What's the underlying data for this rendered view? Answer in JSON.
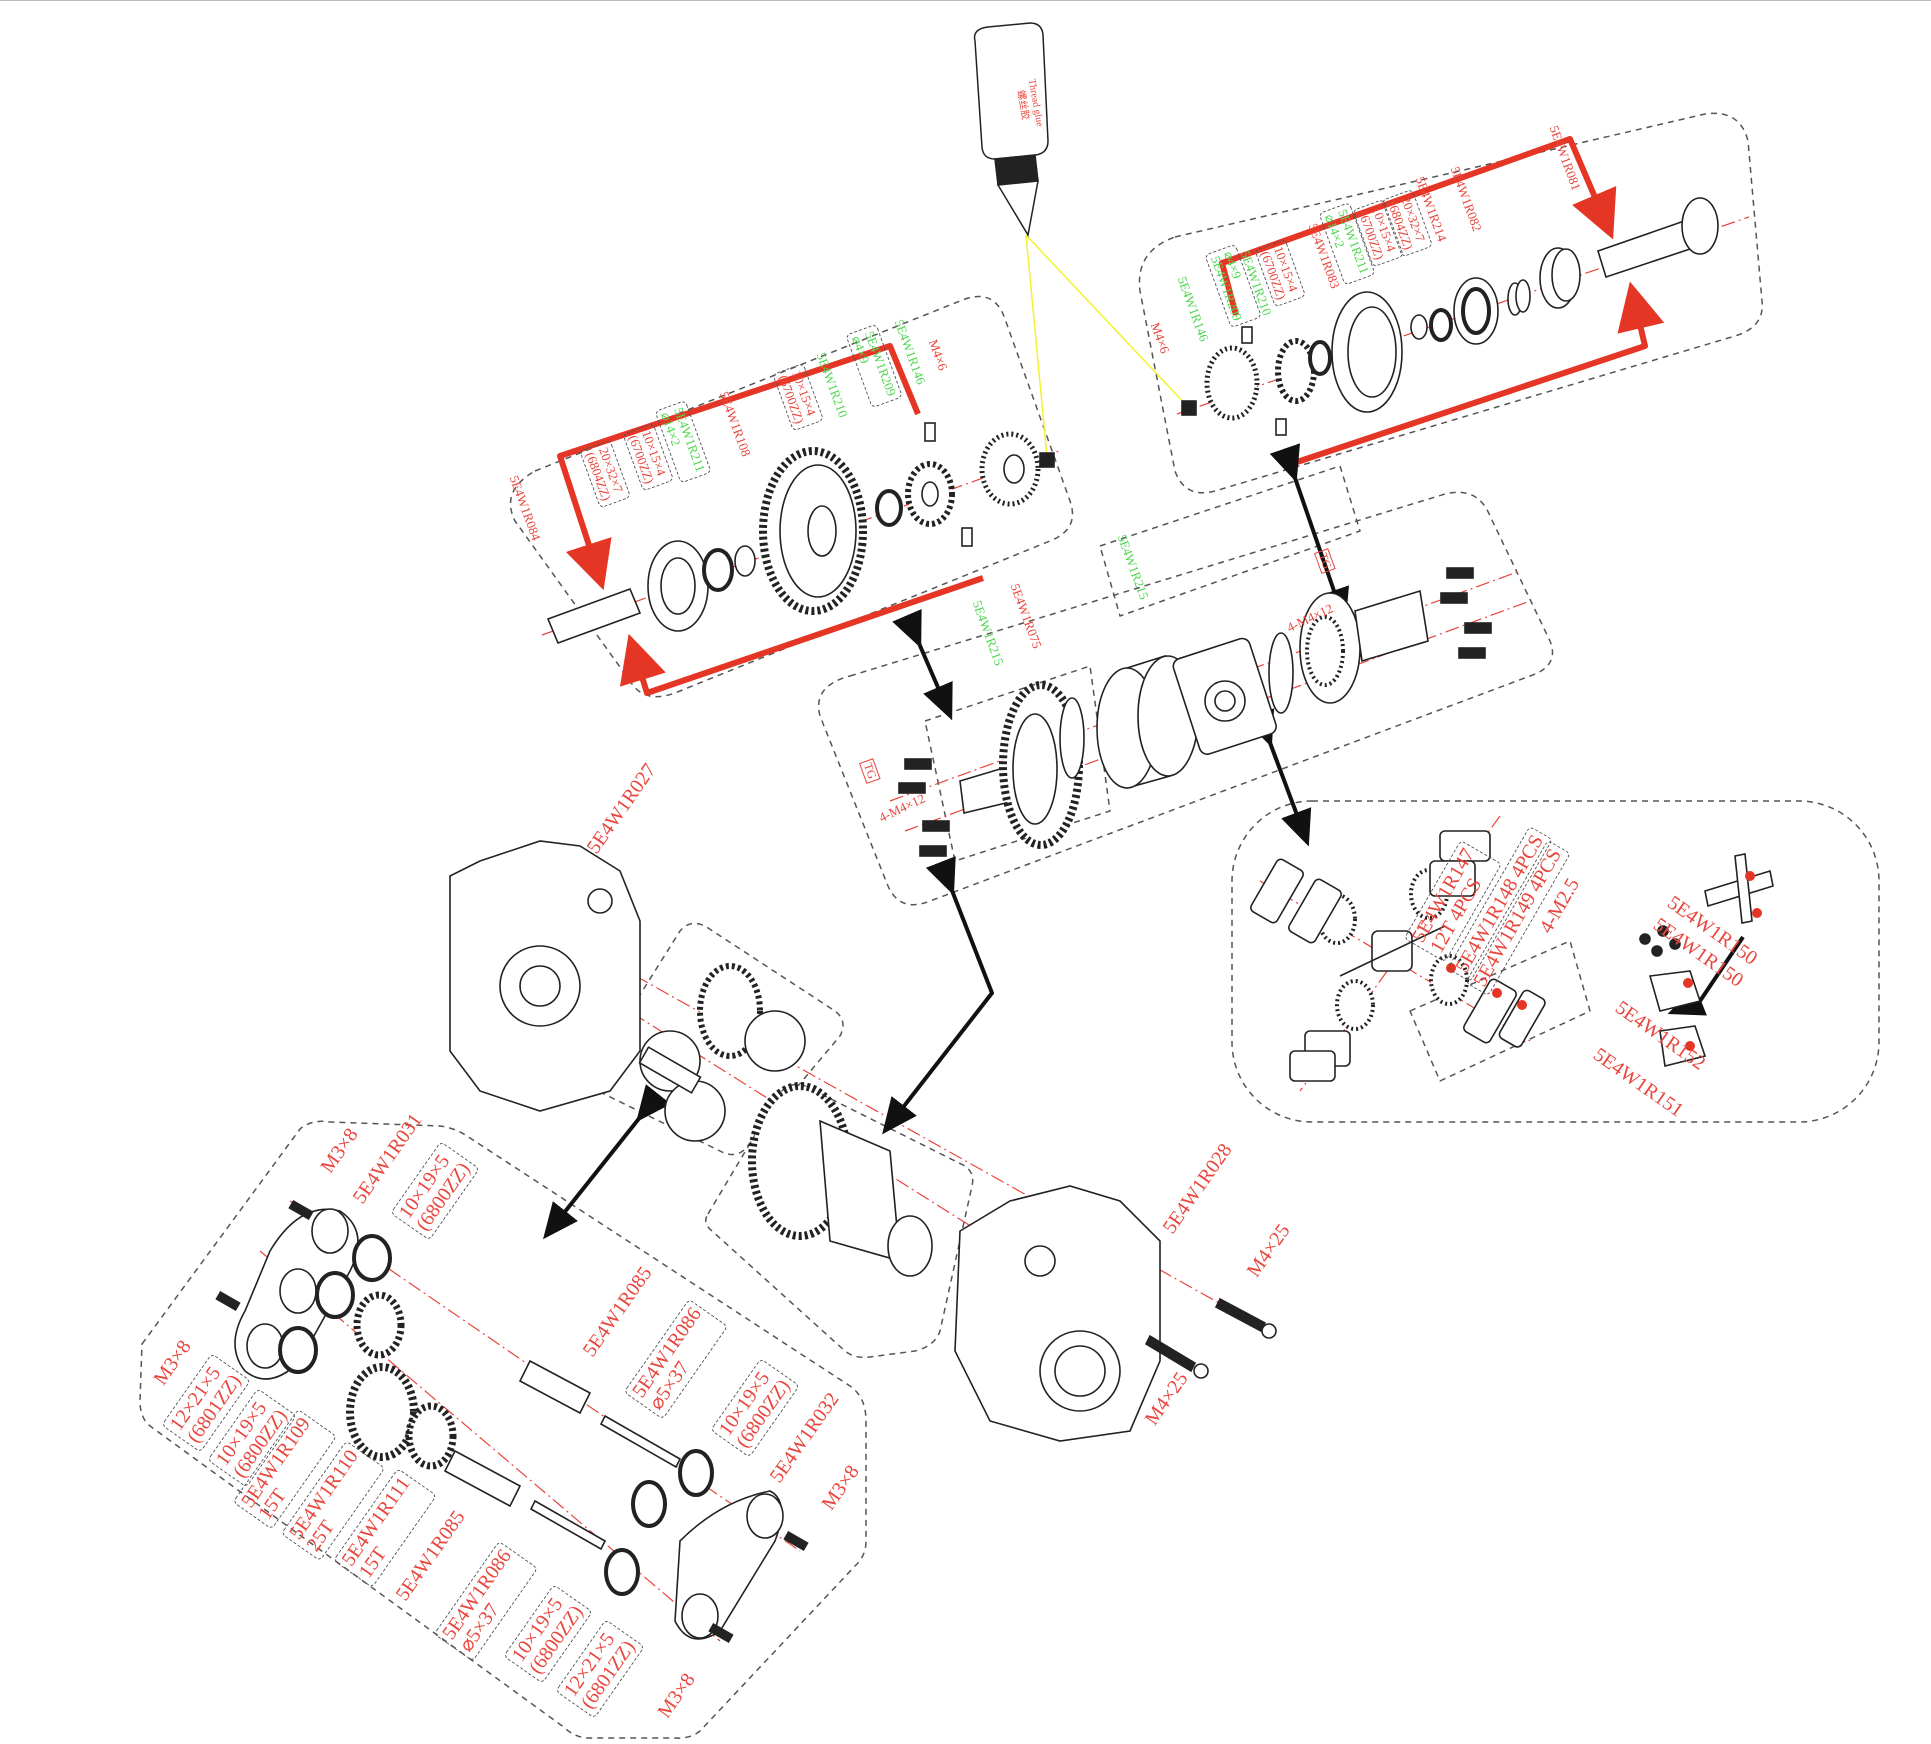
{
  "glue_bottle": {
    "label_en": "Thread glue",
    "label_cn": "螺丝胶"
  },
  "labels": {
    "tl": [
      [
        "5E4W1R084"
      ],
      [
        "20×32×7",
        "(6804ZZ)"
      ],
      [
        "10×15×4",
        "(6700ZZ)"
      ],
      [
        "5E4W1R211",
        "⌀14×2"
      ],
      [
        "5E4W1R108"
      ],
      [
        "10×15×4",
        "(6700ZZ)"
      ],
      [
        "5E4W1R210"
      ],
      [
        "5E4W1R209",
        "⌀4×9"
      ],
      [
        "5E4W1R146"
      ],
      [
        "M4×6"
      ]
    ],
    "tr": [
      [
        "M4×6"
      ],
      [
        "5E4W1R146"
      ],
      [
        "⌀4×9",
        "5E4W1R209"
      ],
      [
        "5E4W1R210"
      ],
      [
        "10×15×4",
        "(6700ZZ)"
      ],
      [
        "5E4W1R083"
      ],
      [
        "5E4W1R211",
        "⌀14×2"
      ],
      [
        "10×15×4",
        "(6700ZZ)"
      ],
      [
        "20×32×7",
        "(6804ZZ)"
      ],
      [
        "5E4W1R214"
      ],
      [
        "5E4W1R082"
      ],
      [
        "5E4W1R081"
      ]
    ],
    "center": {
      "spacer_left": "5E4W1R215",
      "ring": "5E4W1R075",
      "spacer_right": "5E4W1R215",
      "tg_left": "TG",
      "screws_left": "4-M4×12",
      "tg_right": "TG",
      "screws_right": "4-M4×12"
    },
    "diff": {
      "r147": [
        "5E4W1R147",
        "12T  4PCS"
      ],
      "r148": "5E4W1R148  4PCS",
      "r149": "5E4W1R149  4PCS",
      "m25": "4-M2.5",
      "r150a": "5E4W1R150",
      "r150b": "5E4W1R150",
      "r152": "5E4W1R152",
      "r151": "5E4W1R151"
    },
    "housing": {
      "left": "5E4W1R027",
      "right": "5E4W1R028",
      "screw_a": "M4×25",
      "screw_b": "M4×25"
    },
    "bl": [
      [
        "M3×8"
      ],
      [
        "5E4W1R031"
      ],
      [
        "10×19×5",
        "(6800ZZ)"
      ],
      [
        "M3×8"
      ],
      [
        "12×21×5",
        "(6801ZZ)"
      ],
      [
        "10×19×5",
        "(6800ZZ)"
      ],
      [
        "5E4W1R109",
        "15T"
      ],
      [
        "5E4W1R110",
        "25T"
      ],
      [
        "5E4W1R111",
        "15T"
      ],
      [
        "5E4W1R085"
      ],
      [
        "5E4W1R085"
      ],
      [
        "5E4W1R086",
        "⌀5×37"
      ],
      [
        "10×19×5",
        "(6800ZZ)"
      ],
      [
        "5E4W1R032"
      ],
      [
        "M3×8"
      ],
      [
        "5E4W1R086",
        "⌀5×37"
      ],
      [
        "10×19×5",
        "(6800ZZ)"
      ],
      [
        "12×21×5",
        "(6801ZZ)"
      ],
      [
        "M3×8"
      ]
    ]
  },
  "colors": {
    "label_red": "#e8453c",
    "label_green": "#4fd64f",
    "arrow_red": "#e53525",
    "glue_line": "#f2f230"
  }
}
